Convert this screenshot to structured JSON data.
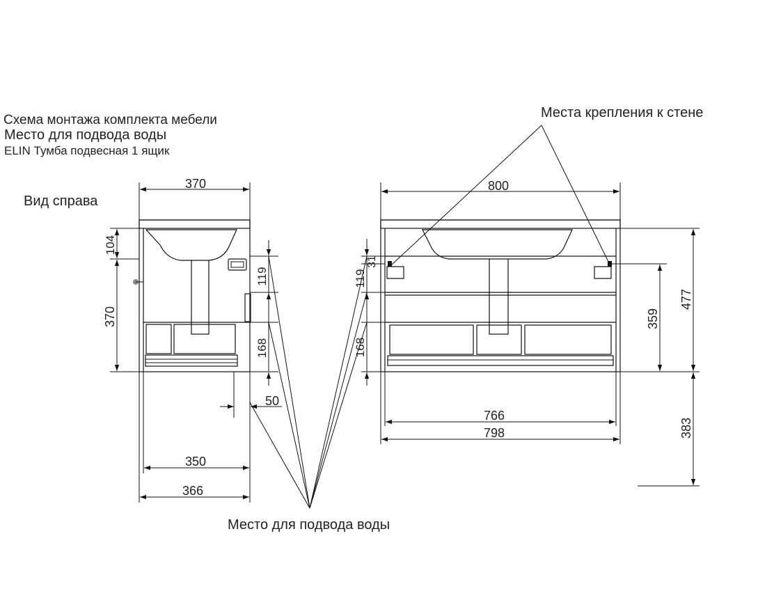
{
  "title_lines": [
    "Схема монтажа комплекта мебели",
    "Место для подвода воды",
    "ELIN Тумба подвесная 1 ящик"
  ],
  "side_view_label": "Вид справа",
  "wall_mount_label": "Места крепления к стене",
  "water_supply_label": "Место для подвода воды",
  "dimensions": {
    "side_width_top": "370",
    "side_104": "104",
    "side_370_height": "370",
    "side_119": "119",
    "side_168": "168",
    "side_50": "50",
    "side_350": "350",
    "side_366": "366",
    "front_800": "800",
    "front_31": "31",
    "front_119": "119",
    "front_168": "168",
    "front_359": "359",
    "front_477": "477",
    "front_383": "383",
    "front_766": "766",
    "front_798": "798"
  }
}
